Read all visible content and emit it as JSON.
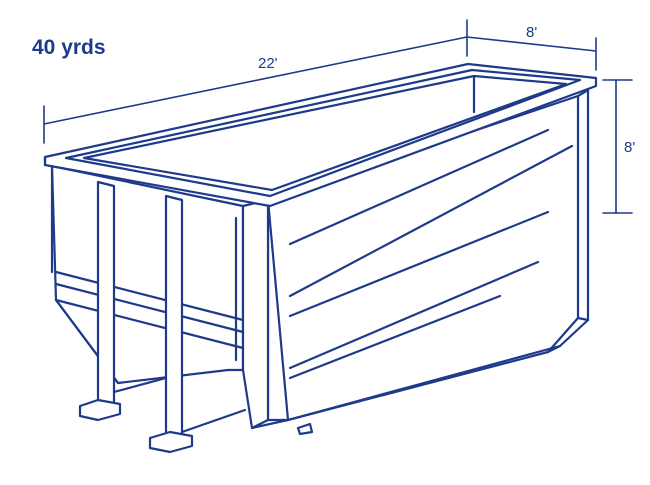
{
  "diagram": {
    "capacity_label": "40 yrds",
    "length_label": "22'",
    "width_label": "8'",
    "height_label": "8'"
  },
  "colors": {
    "ink": "#1e3a8a",
    "background": "#ffffff",
    "fill": "#ffffff"
  },
  "icons": {
    "main": "roll-off-dumpster-icon"
  }
}
